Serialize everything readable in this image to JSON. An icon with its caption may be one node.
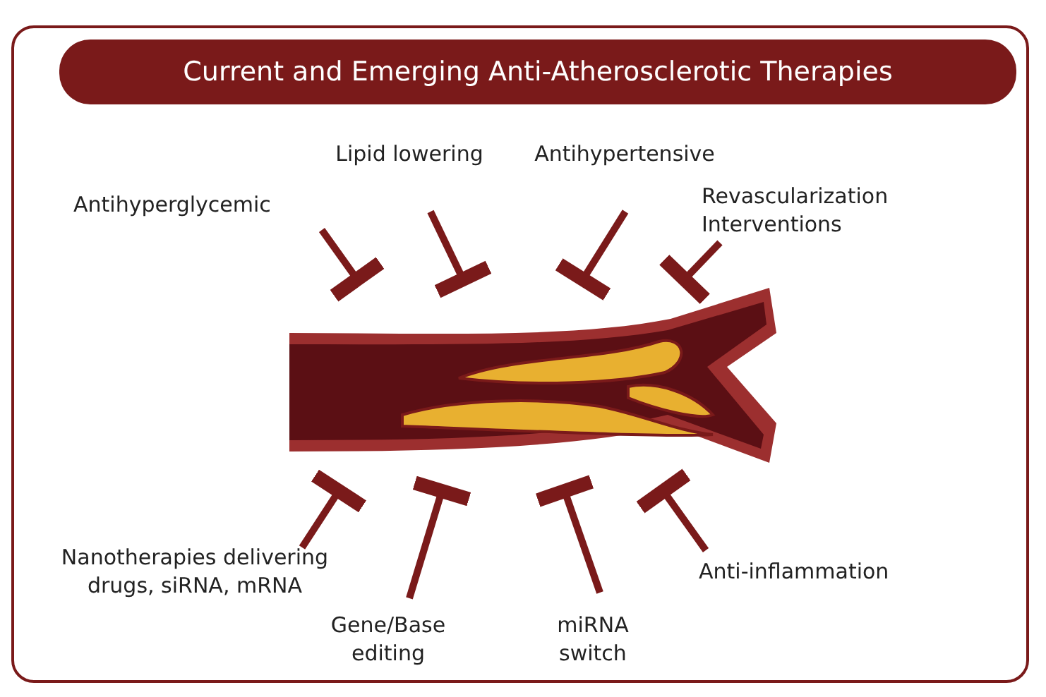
{
  "diagram": {
    "title": "Current and Emerging Anti-Atherosclerotic Therapies",
    "nodes": [
      {
        "text": [
          "Antihyperglycemic"
        ]
      },
      {
        "text": [
          "Lipid lowering"
        ]
      },
      {
        "text": [
          "Antihypertensive"
        ]
      },
      {
        "text": [
          "Revascularization Interventions"
        ]
      },
      {
        "text": [],
        "shape": "picture"
      },
      {
        "text": [
          "Nanotherapies delivering drugs, siRNA, mRNA"
        ]
      },
      {
        "text": [
          "Gene/Base editing"
        ]
      },
      {
        "text": [
          "miRNA switch"
        ]
      },
      {
        "text": [
          "Anti-inflammation"
        ]
      }
    ],
    "edges": [
      {
        "from": 0,
        "to": 4,
        "arrow": "other"
      },
      {
        "from": 1,
        "to": 4,
        "arrow": "other"
      },
      {
        "from": 2,
        "to": 4,
        "arrow": "other"
      },
      {
        "from": 3,
        "to": 4,
        "arrow": "other"
      },
      {
        "from": 5,
        "to": 4,
        "arrow": "other"
      },
      {
        "from": 6,
        "to": 4,
        "arrow": "other"
      },
      {
        "from": 7,
        "to": 4,
        "arrow": "other"
      },
      {
        "from": 8,
        "to": 4,
        "arrow": "other"
      }
    ]
  }
}
